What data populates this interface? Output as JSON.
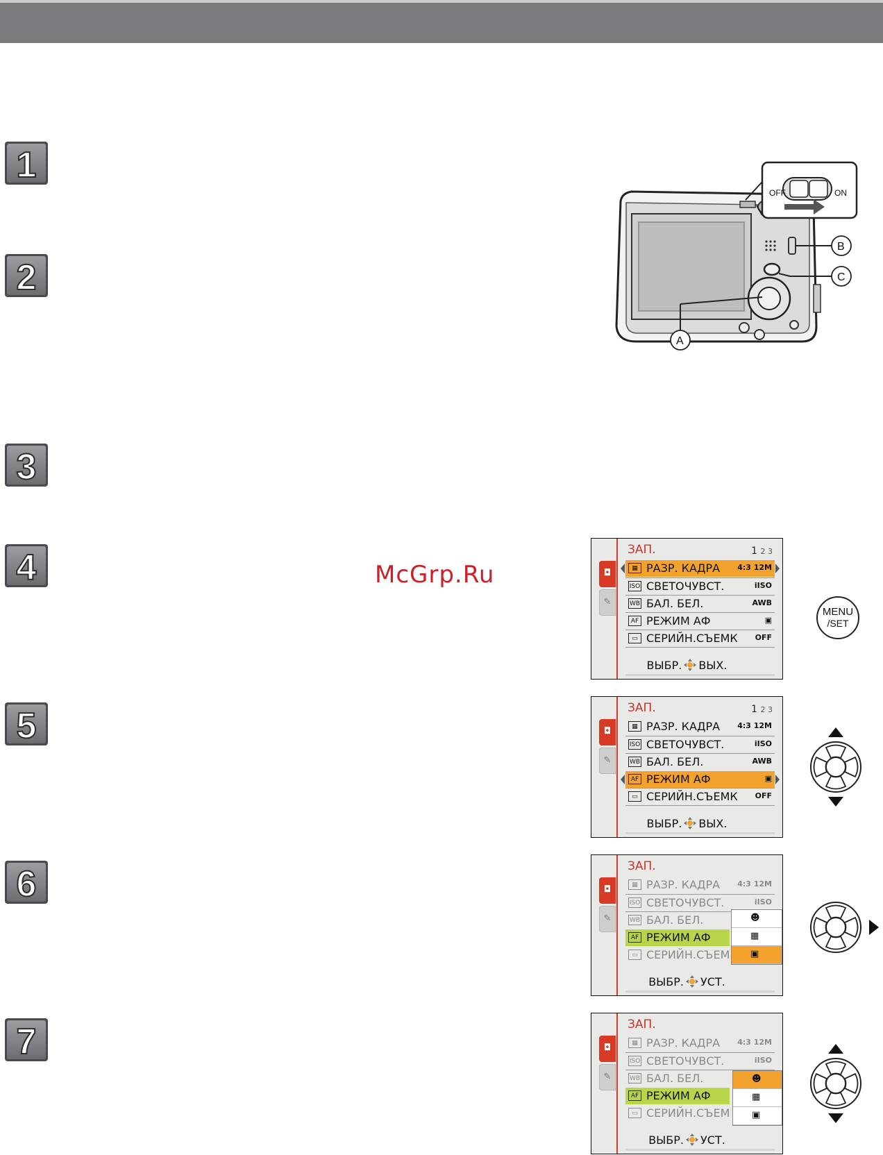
{
  "steps": [
    "1",
    "2",
    "3",
    "4",
    "5",
    "6",
    "7"
  ],
  "watermark": "McGrp.Ru",
  "camera": {
    "switch_off": "OFF",
    "switch_on": "ON",
    "callout_a": "A",
    "callout_b": "B",
    "callout_c": "C"
  },
  "menu": {
    "title": "ЗАП.",
    "page_current": "1",
    "page_rest": "2 3",
    "rows": [
      {
        "label": "РАЗР. КАДРА",
        "icon": "▦",
        "value": "4:3 12M"
      },
      {
        "label": "СВЕТОЧУВСТ.",
        "icon": "ISO",
        "value": "iISO"
      },
      {
        "label": "БАЛ. БЕЛ.",
        "icon": "WB",
        "value": "AWB"
      },
      {
        "label": "РЕЖИМ АФ",
        "icon": "AF",
        "value": "▣"
      },
      {
        "label": "СЕРИЙН.СЪЕМК",
        "icon": "▭",
        "value": "OFF"
      }
    ],
    "row5_short": "СЕРИЙН.СЪЕМ",
    "footer_select": "ВЫБР.",
    "footer_exit": "ВЫХ.",
    "footer_set": "УСТ.",
    "popup_options": [
      "☻",
      "▦",
      "▣"
    ]
  },
  "buttons": {
    "menu_line1": "MENU",
    "menu_line2": "/SET"
  }
}
